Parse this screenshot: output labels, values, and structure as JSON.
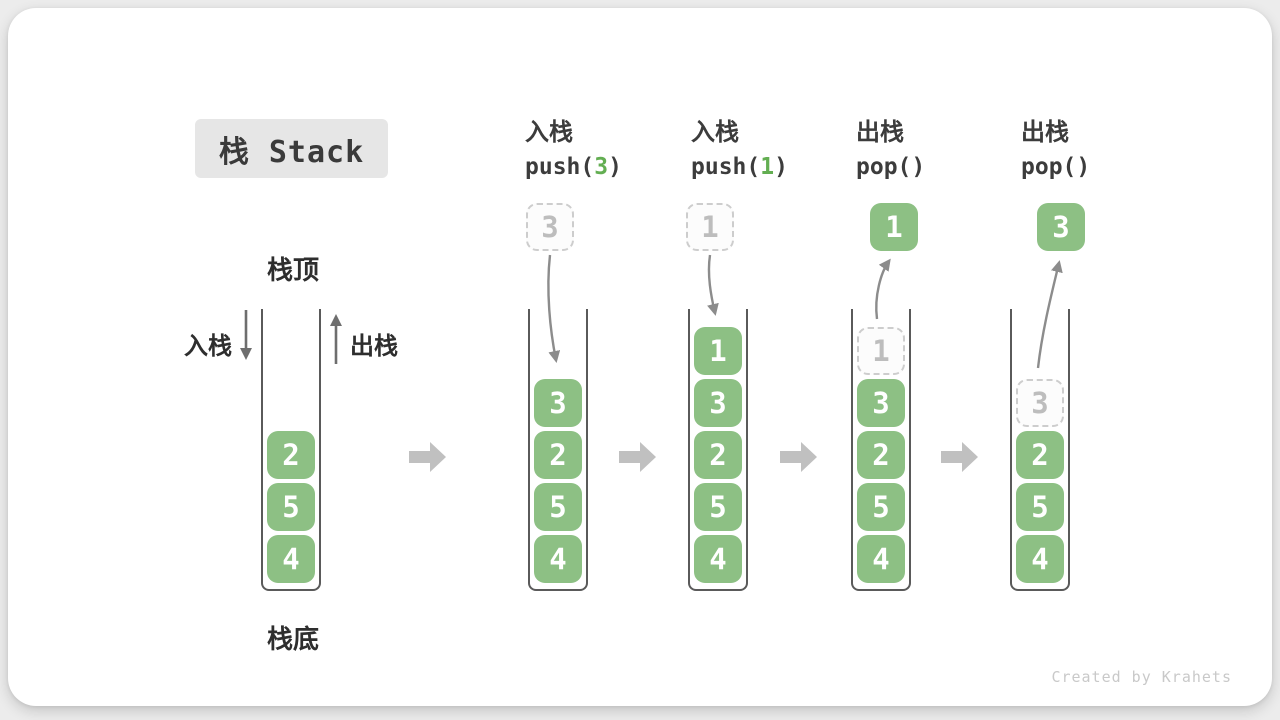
{
  "title": "栈 Stack",
  "watermark": "Created by Krahets",
  "side_labels": {
    "stack_top": "栈顶",
    "stack_bottom": "栈底",
    "push": "入栈",
    "pop": "出栈"
  },
  "colors": {
    "green": "#8dc084",
    "arg_green": "#63ae52",
    "wall": "#5a5a5a",
    "dash_border": "#cdcdcd",
    "dash_text": "#bdbdbd",
    "curve_arrow": "#8c8c8c",
    "side_arrow": "#6e6e6e",
    "block_arrow": "#c0c0c0",
    "title_bg": "#e6e6e6",
    "watermark": "#c9c9c9"
  },
  "stacks": [
    {
      "name": "initial",
      "elements": [
        {
          "value": "4",
          "style": "solid"
        },
        {
          "value": "5",
          "style": "solid"
        },
        {
          "value": "2",
          "style": "solid"
        }
      ]
    },
    {
      "name": "after-push-3",
      "operation": {
        "label": "入栈",
        "code_pre": "push(",
        "code_arg": "3",
        "code_post": ")"
      },
      "float": {
        "value": "3",
        "style": "dashed"
      },
      "arrow": "in",
      "elements": [
        {
          "value": "4",
          "style": "solid"
        },
        {
          "value": "5",
          "style": "solid"
        },
        {
          "value": "2",
          "style": "solid"
        },
        {
          "value": "3",
          "style": "solid"
        }
      ]
    },
    {
      "name": "after-push-1",
      "operation": {
        "label": "入栈",
        "code_pre": "push(",
        "code_arg": "1",
        "code_post": ")"
      },
      "float": {
        "value": "1",
        "style": "dashed"
      },
      "arrow": "in",
      "elements": [
        {
          "value": "4",
          "style": "solid"
        },
        {
          "value": "5",
          "style": "solid"
        },
        {
          "value": "2",
          "style": "solid"
        },
        {
          "value": "3",
          "style": "solid"
        },
        {
          "value": "1",
          "style": "solid"
        }
      ]
    },
    {
      "name": "after-pop-1",
      "operation": {
        "label": "出栈",
        "code_pre": "pop(",
        "code_arg": "",
        "code_post": ")"
      },
      "float": {
        "value": "1",
        "style": "solid"
      },
      "arrow": "out",
      "elements": [
        {
          "value": "4",
          "style": "solid"
        },
        {
          "value": "5",
          "style": "solid"
        },
        {
          "value": "2",
          "style": "solid"
        },
        {
          "value": "3",
          "style": "solid"
        },
        {
          "value": "1",
          "style": "dashed"
        }
      ]
    },
    {
      "name": "after-pop-3",
      "operation": {
        "label": "出栈",
        "code_pre": "pop(",
        "code_arg": "",
        "code_post": ")"
      },
      "float": {
        "value": "3",
        "style": "solid"
      },
      "arrow": "out",
      "elements": [
        {
          "value": "4",
          "style": "solid"
        },
        {
          "value": "5",
          "style": "solid"
        },
        {
          "value": "2",
          "style": "solid"
        },
        {
          "value": "3",
          "style": "dashed"
        }
      ]
    }
  ]
}
